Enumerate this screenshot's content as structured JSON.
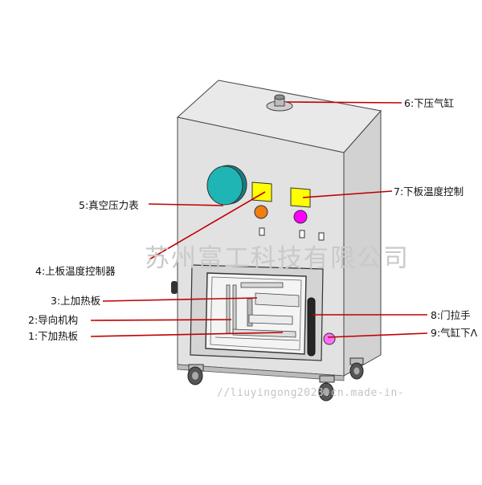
{
  "labels": {
    "cyl_down_top": "6:下压气缸",
    "vacuum_gauge": "5:真空压力表",
    "lower_temp_ctrl": "7:下板温度控制",
    "upper_temp_ctrl": "4:上板温度控制器",
    "upper_heat_plate": "3:上加热板",
    "guide": "2:导向机构",
    "lower_heat_plate": "1:下加热板",
    "door_handle": "8:门拉手",
    "cyl_down_side": "9:气缸下Λ"
  },
  "watermark": "苏州富工科技有限公司",
  "url": "//liuyingong2023.cn.made-in-",
  "colors": {
    "leader_line": "#c00000",
    "gauge": "#1fb5b5",
    "controller": "#ffff00",
    "orange_light": "#f07f12",
    "magenta_light": "#ff00ff",
    "cylinder_ball": "#ff70ff"
  }
}
